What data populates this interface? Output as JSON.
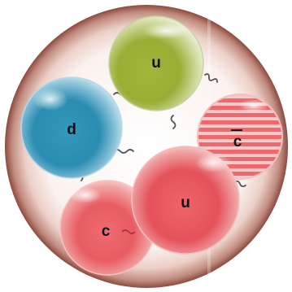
{
  "diagram": {
    "type": "pentaquark",
    "quarks": [
      {
        "id": "u_top",
        "label": "u",
        "color": "#9fb237"
      },
      {
        "id": "d_left",
        "label": "d",
        "color": "#2d94b8"
      },
      {
        "id": "cbar",
        "label": "c̄",
        "color": "#ec6a6e",
        "striped": true
      },
      {
        "id": "c_bot",
        "label": "c",
        "color": "#e85c62"
      },
      {
        "id": "u_bot",
        "label": "u",
        "color": "#ea5a60"
      }
    ],
    "bag_color": "#b06a5e"
  }
}
